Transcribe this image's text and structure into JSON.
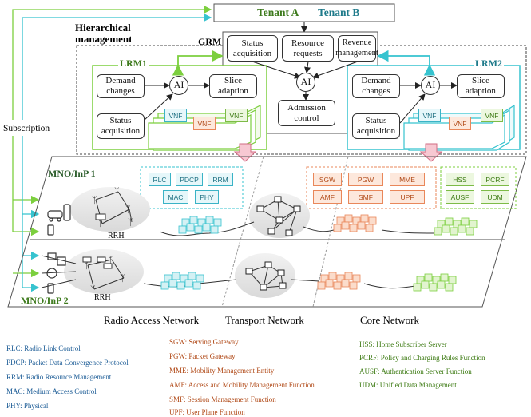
{
  "colors": {
    "teal": "#36c3cf",
    "green": "#7ccf3e",
    "orange": "#e9875a",
    "blue": "#1c5c96"
  },
  "tenants": {
    "a": "Tenant A",
    "b": "Tenant B"
  },
  "hierarchical": "Hierarchical management",
  "grm": {
    "label": "GRM",
    "status": "Status acquisition",
    "resource": "Resource requests",
    "revenue": "Revenue management",
    "ai": "AI",
    "admission": "Admission control"
  },
  "lrm1": {
    "label": "LRM1",
    "demand": "Demand changes",
    "ai": "AI",
    "slice": "Slice adaption",
    "status": "Status acquisition",
    "vnf": "VNF"
  },
  "lrm2": {
    "label": "LRM2",
    "demand": "Demand changes",
    "ai": "AI",
    "slice": "Slice adaption",
    "status": "Status acquisition",
    "vnf": "VNF"
  },
  "subscription": "Subscription",
  "mno1": "MNO/InP 1",
  "mno2": "MNO/InP 2",
  "rrh": "RRH",
  "ran_funcs": [
    "RLC",
    "PDCP",
    "RRM",
    "MAC",
    "PHY"
  ],
  "core_funcs": [
    "SGW",
    "PGW",
    "MME",
    "AMF",
    "SMF",
    "UPF"
  ],
  "core_green": [
    "HSS",
    "PCRF",
    "AUSF",
    "UDM"
  ],
  "sections": {
    "ran": "Radio Access Network",
    "transport": "Transport Network",
    "core": "Core Network"
  },
  "legend": {
    "col1": [
      "RLC:  Radio Link Control",
      "PDCP:  Packet Data Convergence Protocol",
      "RRM:  Radio Resource Management",
      "MAC:  Medium Access Control",
      "PHY:  Physical"
    ],
    "col2": [
      "SGW:  Serving Gateway",
      "PGW:  Packet Gateway",
      "MME:  Mobility Management Entity",
      "AMF:  Access and Mobility Management Function",
      "SMF:  Session Management Function",
      "UPF:  User Plane Function"
    ],
    "col3": [
      "HSS:  Home Subscriber Server",
      "PCRF:  Policy and Charging Rules Function",
      "AUSF:  Authentication Server Function",
      "UDM:  Unified Data Management"
    ]
  }
}
